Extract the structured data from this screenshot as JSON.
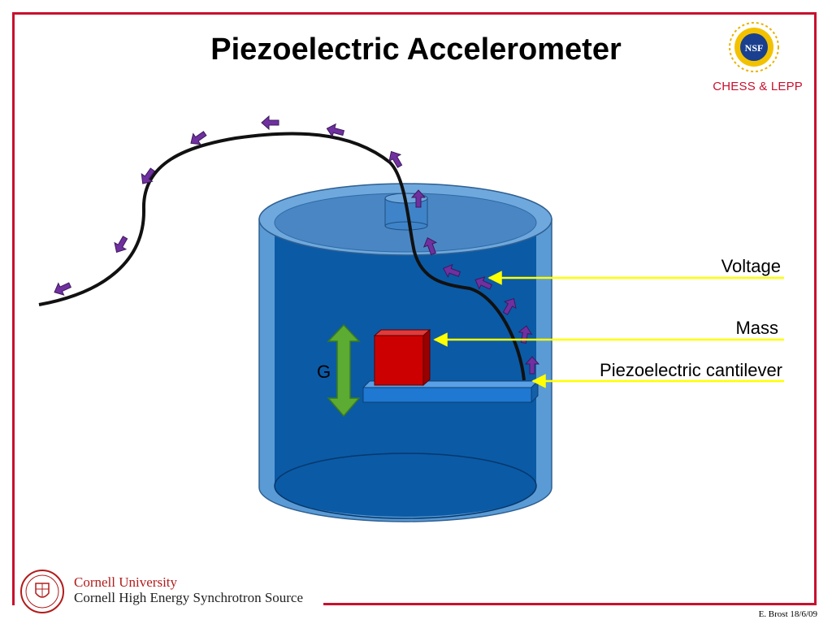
{
  "slide": {
    "title": "Piezoelectric Accelerometer",
    "org_label": "CHESS & LEPP",
    "nsf_logo_text": "NSF",
    "accent_color": "#c8102e"
  },
  "diagram": {
    "labels": {
      "voltage": "Voltage",
      "mass": "Mass",
      "cantilever": "Piezoelectric cantilever",
      "g": "G"
    },
    "colors": {
      "cylinder_fill": "#0b5aa6",
      "cylinder_outer": "#5b9bd5",
      "mass": "#cc0000",
      "cantilever": "#1f78d1",
      "charge_arrows": "#7030a0",
      "pointer_lines": "#ffff00",
      "g_arrow": "#5cab32"
    }
  },
  "footer": {
    "university": "Cornell University",
    "facility": "Cornell High Energy Synchrotron Source",
    "credit": "E. Brost 18/6/09"
  }
}
